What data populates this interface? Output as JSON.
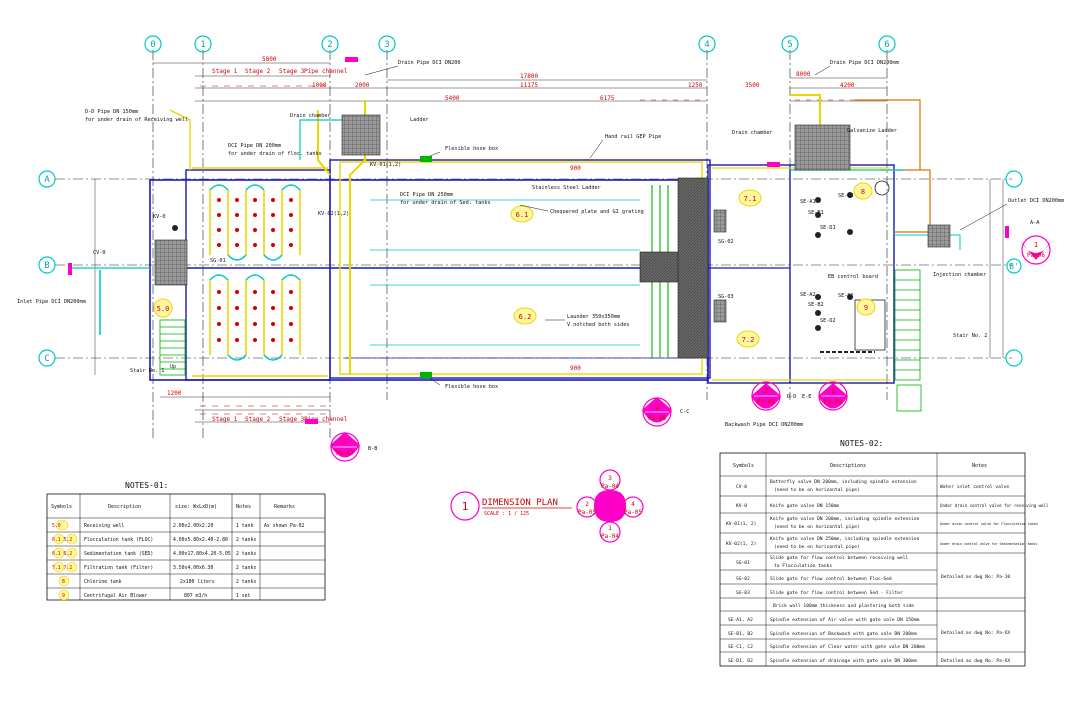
{
  "colors": {
    "grid": "#00c8c8",
    "dim_red": "#d40000",
    "wall_blue": "#1a1ab4",
    "pipe_yellow": "#e8d800",
    "magenta": "#ff00c8",
    "green": "#00b400",
    "orange": "#e07000"
  },
  "grid_labels": {
    "cols": [
      "0",
      "1",
      "2",
      "3",
      "4",
      "5",
      "6"
    ],
    "rows": [
      "A",
      "B",
      "C",
      "B'"
    ]
  },
  "dims": {
    "top": [
      "5800",
      "17800",
      "8000",
      "1000",
      "2000",
      "11175",
      "3500",
      "5400",
      "6175",
      "4200",
      "1250"
    ],
    "stages": [
      "Stage 1",
      "Stage 2",
      "Stage 3",
      "Pipe channel"
    ],
    "bottom": [
      "1200",
      "900",
      "900"
    ]
  },
  "labels": {
    "drain_pipe_top": "Drain Pipe DCI DN200",
    "drain_pipe_top_right": "Drain Pipe DCI DN200mm",
    "dci_pipe_150": "D-D Pipe DN 150mm",
    "dci_pipe_150_b": "for under drain of Receiving well",
    "drain_chamber": "Drain chamber",
    "drain_chamber_2": "Drain chamber",
    "ladder": "Ladder",
    "galvanize_ladder": "Galvanize Ladder",
    "dci_200": "DCI Pipe DN 200mm",
    "dci_200_b": "for under drain of floc. tanks",
    "flexible_hose": "Flexible hose box",
    "flexible_hose_2": "Flexible hose box",
    "handrail": "Hand rail GEP Pipe",
    "stainless_ladder": "Stainless Steel Ladder",
    "chequered": "Chequered plate and GI grating",
    "dci_250": "DCI Pipe DN 250mm",
    "dci_250_b": "for under drain of Sed. tanks",
    "launder": "Launder 350x350mm",
    "launder_b": "V notched both sides",
    "eb_board": "EB control board",
    "outlet": "Outlet DCI DN200mm",
    "injection": "Injection chamber",
    "stair2": "Stair No. 2",
    "stair1": "Stair No. 1",
    "inlet": "Inlet Pipe DCI DN200mm",
    "backwash": "Backwash Pipe DCI DN200mm",
    "up": "Up",
    "cv0": "CV-0",
    "kv0": "KV-0",
    "kv01": "KV-01(1,2)",
    "kv02": "KV-02(1,2)",
    "sg01": "SG-01",
    "sg02": "SG-02",
    "sg03": "SG-03",
    "sea1": "SE-A1",
    "seb1": "SE-B1",
    "sec1": "SE-C1",
    "sed1": "SE-D1",
    "sea2": "SE-A2",
    "seb2": "SE-B2",
    "sec2": "SE-C2",
    "sed2": "SE-D2",
    "aa": "A-A",
    "bb": "B-B",
    "cc": "C-C",
    "dd": "D-D",
    "ee": "E-E"
  },
  "zones": {
    "z50": "5.0",
    "z61": "6.1",
    "z62": "6.2",
    "z71": "7.1",
    "z72": "7.2",
    "z8": "8",
    "z9": "9"
  },
  "section_markers": {
    "s1": {
      "num": "1",
      "ref": "Pa-06"
    },
    "s2": {
      "num": "1",
      "ref": "Pa-07"
    },
    "s3": {
      "num": "1",
      "ref": "Pa-08"
    },
    "s4": {
      "num": "2",
      "ref": "Pa-08"
    },
    "s5": {
      "num": "1",
      "ref": "Pa-09"
    }
  },
  "dimension_plan": {
    "num": "1",
    "title": "DIMENSION PLAN",
    "scale": "SCALE : 1 / 125",
    "compass": {
      "n": "3",
      "n_ref": "Pa-04",
      "w": "2",
      "w_ref": "Pa-05",
      "e": "4",
      "e_ref": "Pa-05",
      "s": "1",
      "s_ref": "Pa-04"
    }
  },
  "notes01": {
    "title": "NOTES-01:",
    "headers": [
      "Symbols",
      "Description",
      "size: WxLxD(m)",
      "Notes",
      "Remarks"
    ],
    "rows": [
      {
        "sym": "5.0",
        "desc": "Receiving well",
        "size": "2.00x2.00x2.20",
        "notes": "1 tank",
        "remarks": "As shown Pa-02"
      },
      {
        "sym": "6.1  5.2",
        "desc": "Flocculation tank (FLOC)",
        "size": "4.00x5.80x2.40-2.80",
        "notes": "2 tanks",
        "remarks": ""
      },
      {
        "sym": "6.1  6.2",
        "desc": "Sedimentation tank (SED)",
        "size": "4.00x17.80x4.20-5.05",
        "notes": "2 tanks",
        "remarks": ""
      },
      {
        "sym": "7.1  7.2",
        "desc": "Filtration tank (Filter)",
        "size": "3.50x4.00x6.30",
        "notes": "2 tanks",
        "remarks": ""
      },
      {
        "sym": "8",
        "desc": "Chlorine tank",
        "size": "2x100 liters",
        "notes": "2 tanks",
        "remarks": ""
      },
      {
        "sym": "9",
        "desc": "Centrifugal Air Blower",
        "size": "807 m3/h",
        "notes": "1 set",
        "remarks": ""
      }
    ]
  },
  "notes02": {
    "title": "NOTES-02:",
    "headers": [
      "Symbols",
      "Descriptions",
      "Notes"
    ],
    "rows": [
      {
        "sym": "CV-0",
        "d1": "Butterfly valve DN 200mm, including spindle extension",
        "d2": "(need to be on horizontal pipe)",
        "note": "Water inlet control valve"
      },
      {
        "sym": "KV-0",
        "d1": "Knife gate valve DN 150mm",
        "d2": "",
        "note": "Under drain control valve for receiving well"
      },
      {
        "sym": "KV-01(1, 2)",
        "d1": "Knife gate valve DN 200mm, including spindle extension",
        "d2": "(need to be on horizontal pipe)",
        "note": "Under drain control valve for Flocculation tanks"
      },
      {
        "sym": "KV-02(1, 2)",
        "d1": "Knife gate valve DN 250mm, including spindle extension",
        "d2": "(need to be on horizontal pipe)",
        "note": "Under drain control valve for Sedimentation tanks"
      },
      {
        "sym": "SG-01",
        "d1": "Slide gate for flow control between receiving well",
        "d2": "to Flocculation tanks",
        "note": ""
      },
      {
        "sym": "SG-02",
        "d1": "Slide gate for flow control between Floc-Sed",
        "d2": "",
        "note": "Detailed as dwg No: Pa-10"
      },
      {
        "sym": "SG-03",
        "d1": "Slide gate for flow control between Sed - Filter",
        "d2": "",
        "note": ""
      },
      {
        "sym": "",
        "d1": "Brick wall 100mm thickness and plastering both side",
        "d2": "",
        "note": ""
      },
      {
        "sym": "SE-A1, A2",
        "d1": "Spindle extension of Air valve with gate vale DN 150mm",
        "d2": "",
        "note": ""
      },
      {
        "sym": "SE-B1, B2",
        "d1": "Spindle extension of Backwash with gate vale DN 200mm",
        "d2": "",
        "note": "Detailed as dwg No: Pa-XX"
      },
      {
        "sym": "SE-C1, C2",
        "d1": "Spindle extension of Clear water with gate vale DN 200mm",
        "d2": "",
        "note": ""
      },
      {
        "sym": "SE-D1, D2",
        "d1": "Spindle extension of drainage with gate vale DN 300mm",
        "d2": "",
        "note": "Detailed as dwg No: Pa-XX"
      }
    ]
  }
}
